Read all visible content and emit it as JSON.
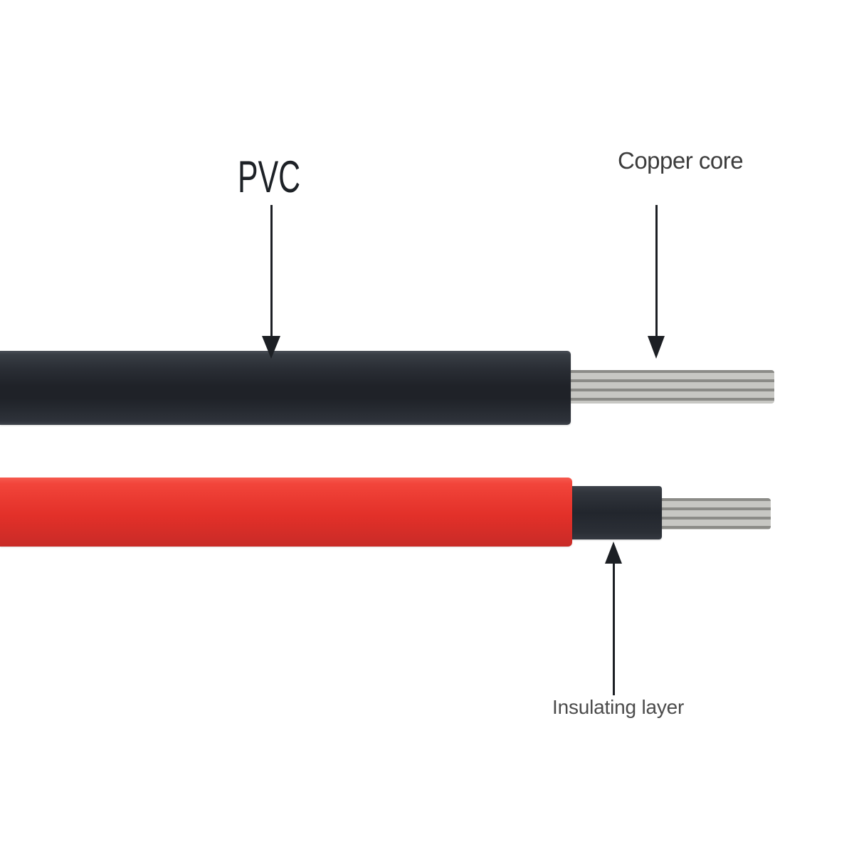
{
  "annotations": {
    "pvc": {
      "label": "PVC"
    },
    "copper_core": {
      "label": "Copper core"
    },
    "insulating_layer": {
      "label": "Insulating layer"
    }
  },
  "colors": {
    "background": "#ffffff",
    "arrow": "#1c1f24",
    "pvc_label": "#1d2126",
    "copper_label": "#3c3c3c",
    "insulating_label": "#4b4b4b",
    "black_jacket_top": "#383d44",
    "black_jacket_mid": "#1f2228",
    "black_jacket_bottom": "#2e323a",
    "red_jacket_top": "#f2453b",
    "red_jacket_mid": "#e23029",
    "red_jacket_bottom": "#c82b27",
    "insulation_top": "#31353c",
    "insulation_mid": "#22262d",
    "insulation_bottom": "#2b2f36",
    "strand_light": "#c7c7c3",
    "strand_dark": "#8b8b87"
  }
}
